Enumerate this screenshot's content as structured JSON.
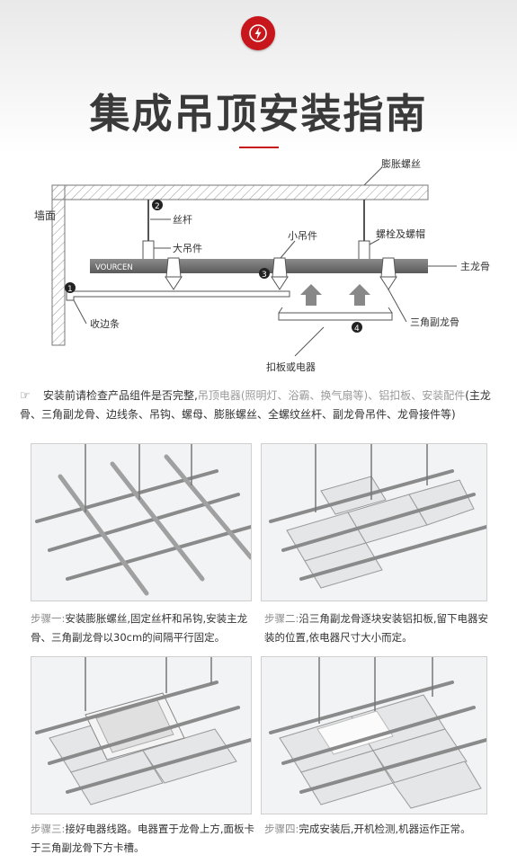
{
  "header": {
    "badge_icon": "lightning-bolt-icon",
    "accent_color": "#c8161d",
    "title": "集成吊顶安装指南"
  },
  "diagram": {
    "labels": {
      "wall": "墙面",
      "expansion_bolt": "膨胀螺丝",
      "threaded_rod": "丝杆",
      "large_hanger": "大吊件",
      "small_hanger": "小吊件",
      "bolt_nut": "螺栓及螺帽",
      "main_keel": "主龙骨",
      "brand": "VOURCEN",
      "edge_strip": "收边条",
      "triangle_keel": "三角副龙骨",
      "panel_or_appliance": "扣板或电器"
    },
    "markers": [
      "1",
      "2",
      "3",
      "4"
    ]
  },
  "intro": {
    "p1": "安装前请检查产品组件是否完整,",
    "p2": "吊顶电器(照明灯、浴霸、换气扇等)、铝扣板、安装配件",
    "p3": "(主龙骨、三角副龙骨、边线条、吊钩、螺母、膨胀螺丝、全螺纹丝杆、副龙骨吊件、龙骨接件等)"
  },
  "steps": [
    {
      "label": "步骤一:",
      "text": "安装膨胀螺丝,固定丝杆和吊钩,安装主龙骨、三角副龙骨以30cm的间隔平行固定。"
    },
    {
      "label": "步骤二:",
      "text": "沿三角副龙骨逐块安装铝扣板,留下电器安装的位置,依电器尺寸大小而定。"
    },
    {
      "label": "步骤三:",
      "text": "接好电器线路。电器置于龙骨上方,面板卡于三角副龙骨下方卡槽。"
    },
    {
      "label": "步骤四:",
      "text": "完成安装后,开机检测,机器运作正常。"
    }
  ]
}
